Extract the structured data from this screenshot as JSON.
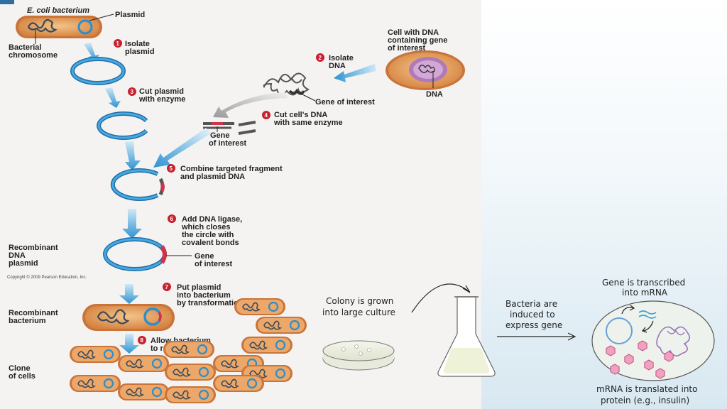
{
  "labels": {
    "ecoli": "E. coli bacterium",
    "plasmid": "Plasmid",
    "bact_chrom_1": "Bacterial",
    "bact_chrom_2": "chromosome",
    "cell_dna_1": "Cell with DNA",
    "cell_dna_2": "containing gene",
    "cell_dna_3": "of interest",
    "dna": "DNA",
    "gene_of_interest": "Gene of interest",
    "gene_1": "Gene",
    "gene_2": "of interest",
    "recomb_plasmid_1": "Recombinant",
    "recomb_plasmid_2": "DNA",
    "recomb_plasmid_3": "plasmid",
    "recomb_gene_1": "Gene",
    "recomb_gene_2": "of interest",
    "recomb_bact_1": "Recombinant",
    "recomb_bact_2": "bacterium",
    "clone_1": "Clone",
    "clone_2": "of cells",
    "copyright": "Copyright © 2009 Pearson Education, Inc."
  },
  "steps": [
    {
      "num": "1",
      "line1": "Isolate",
      "line2": "plasmid",
      "line3": "",
      "line4": ""
    },
    {
      "num": "2",
      "line1": "Isolate",
      "line2": "DNA",
      "line3": "",
      "line4": ""
    },
    {
      "num": "3",
      "line1": "Cut plasmid",
      "line2": "with enzyme",
      "line3": "",
      "line4": ""
    },
    {
      "num": "4",
      "line1": "Cut cell's DNA",
      "line2": "with same enzyme",
      "line3": "",
      "line4": ""
    },
    {
      "num": "5",
      "line1": "Combine targeted fragment",
      "line2": "and plasmid DNA",
      "line3": "",
      "line4": ""
    },
    {
      "num": "6",
      "line1": "Add DNA ligase,",
      "line2": "which closes",
      "line3": "the circle with",
      "line4": "covalent bonds"
    },
    {
      "num": "7",
      "line1": "Put plasmid",
      "line2": "into bacterium",
      "line3": "by transformation",
      "line4": ""
    },
    {
      "num": "8",
      "line1": "Allow bacterium",
      "line2": "to reproduce",
      "line3": "",
      "line4": ""
    }
  ],
  "handwritten": {
    "colony_1": "Colony is grown",
    "colony_2": "into large culture",
    "induced_1": "Bacteria are",
    "induced_2": "induced to",
    "induced_3": "express gene",
    "transcribed_1": "Gene is transcribed",
    "transcribed_2": "into mRNA",
    "translated_1": "mRNA is translated into",
    "translated_2": "protein (e.g., insulin)"
  },
  "colors": {
    "cell_fill": "#d98b45",
    "cell_inner": "#f0b878",
    "plasmid_blue": "#2a8fcc",
    "gene_red": "#d0344a",
    "step_badge": "#c8202e",
    "arrow_blue": "#2d93d1",
    "protein_pink": "#f0a0c0",
    "nucleus_purple": "#b07ab8"
  }
}
